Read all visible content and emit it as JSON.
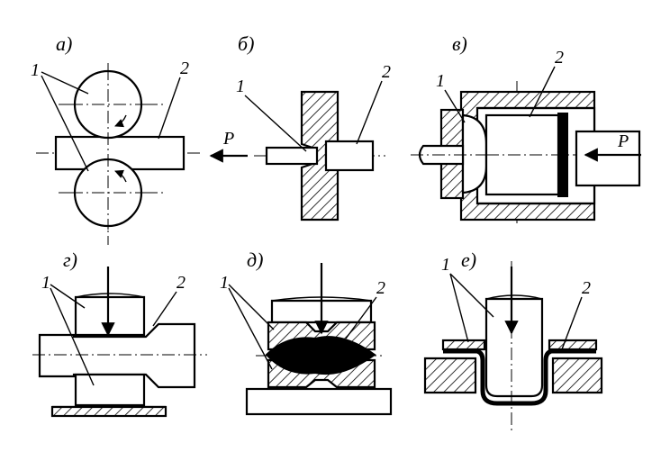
{
  "diagram": {
    "panels": [
      {
        "id": "a",
        "label": "а)",
        "callouts": [
          "1",
          "2"
        ]
      },
      {
        "id": "b",
        "label": "б)",
        "callouts": [
          "1",
          "2"
        ],
        "force": "P"
      },
      {
        "id": "v",
        "label": "в)",
        "callouts": [
          "1",
          "2"
        ],
        "force": "P"
      },
      {
        "id": "g",
        "label": "г)",
        "callouts": [
          "1",
          "2"
        ]
      },
      {
        "id": "d",
        "label": "д)",
        "callouts": [
          "1",
          "2"
        ]
      },
      {
        "id": "e",
        "label": "е)",
        "callouts": [
          "1",
          "2"
        ]
      }
    ]
  }
}
